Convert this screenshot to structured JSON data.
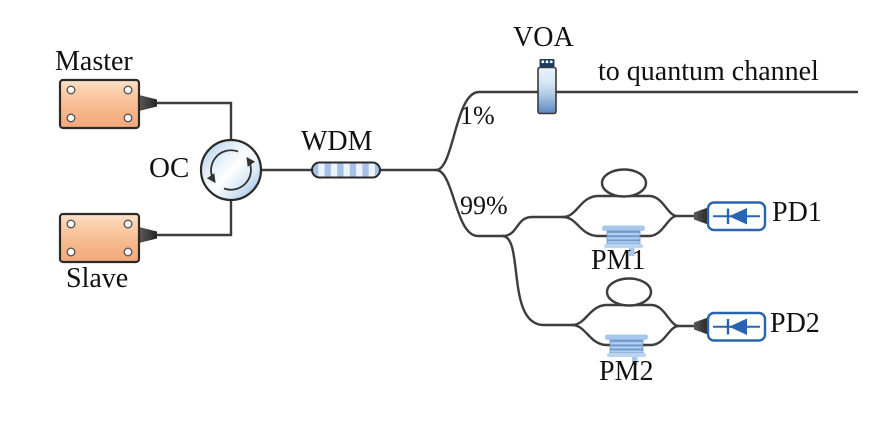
{
  "figure": {
    "labels": {
      "master": "Master",
      "slave": "Slave",
      "circulator": "OC",
      "wdm": "WDM",
      "voa": "VOA",
      "tap_ratio": "1%",
      "main_ratio": "99%",
      "quantum_channel": "to quantum channel",
      "pm1": "PM1",
      "pm2": "PM2",
      "pd1": "PD1",
      "pd2": "PD2"
    },
    "colors": {
      "fiber": "#3d3d3d",
      "laser_body": "#f7b98e",
      "component_blue": "#a6c8ec",
      "detector_outline": "#2a64b0",
      "voa_cap_dark": "#1d3a61",
      "text": "#111111"
    }
  }
}
